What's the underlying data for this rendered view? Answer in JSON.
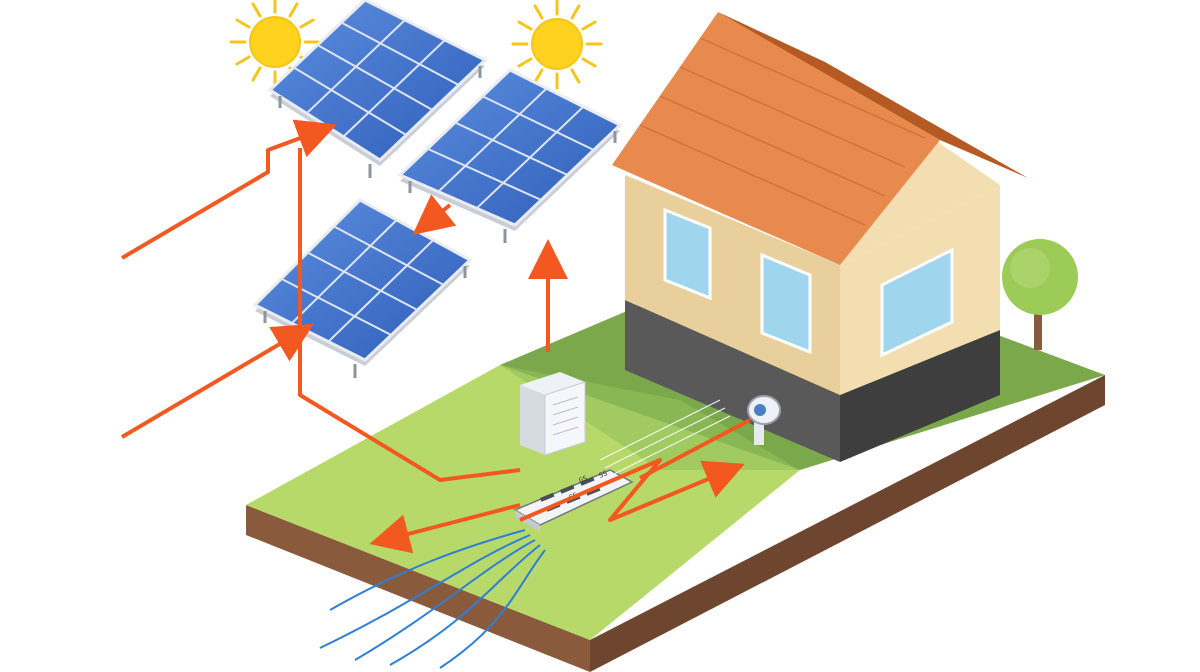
{
  "diagram": {
    "colors": {
      "sun": "#ffd21f",
      "sun_rays": "#f5c518",
      "panel_cell": "#3f6fc4",
      "panel_frame": "#c9ced6",
      "arrow": "#f2581f",
      "wire": "#2f7fd6",
      "grass_light": "#b7d96a",
      "grass_dark": "#7aa84a",
      "soil": "#8a5a3c",
      "roof": "#e88a4e",
      "wall": "#f0d9a8",
      "foundation": "#595959"
    },
    "icons": [
      "sun-icon",
      "solar-panel-icon",
      "house-icon",
      "tree-icon",
      "inverter-icon",
      "meter-icon",
      "circuit-board-icon"
    ],
    "labels": {
      "board_text_1": "GS",
      "board_text_2": "SS",
      "board_text_3": "CS"
    }
  }
}
